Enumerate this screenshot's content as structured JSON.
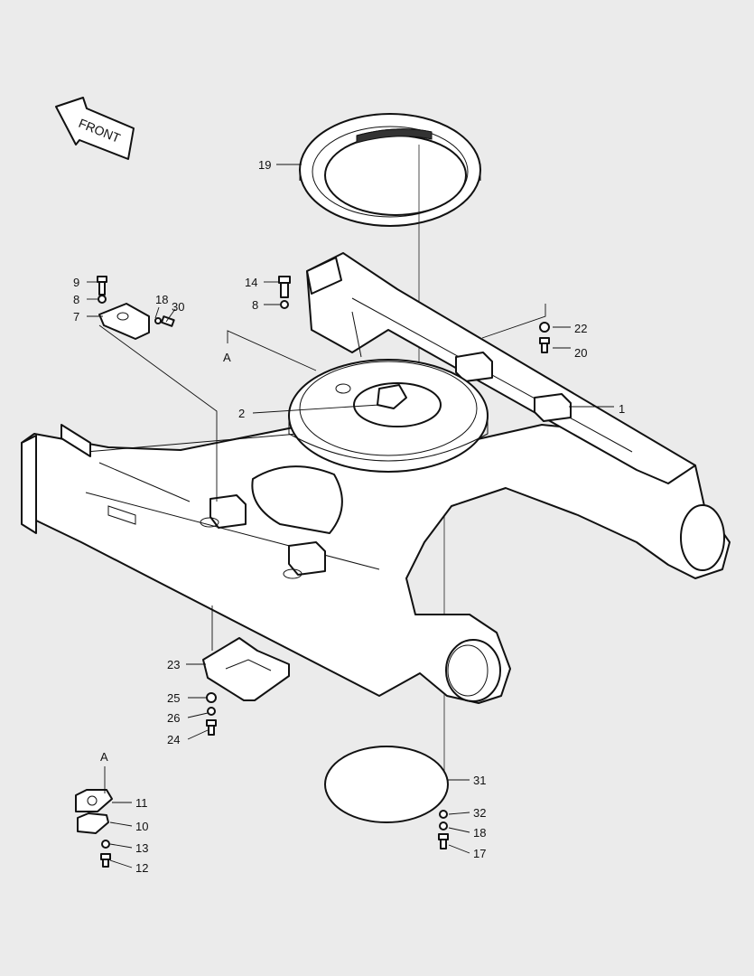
{
  "front_arrow": {
    "text": "FRONT"
  },
  "view_markers": {
    "main": "A",
    "detail": "A"
  },
  "callouts": [
    {
      "id": "c19",
      "text": "19"
    },
    {
      "id": "c9",
      "text": "9"
    },
    {
      "id": "c8a",
      "text": "8"
    },
    {
      "id": "c7",
      "text": "7"
    },
    {
      "id": "c18a",
      "text": "18"
    },
    {
      "id": "c30",
      "text": "30"
    },
    {
      "id": "c14",
      "text": "14"
    },
    {
      "id": "c8b",
      "text": "8"
    },
    {
      "id": "c22",
      "text": "22"
    },
    {
      "id": "c20",
      "text": "20"
    },
    {
      "id": "c1",
      "text": "1"
    },
    {
      "id": "c2",
      "text": "2"
    },
    {
      "id": "c23",
      "text": "23"
    },
    {
      "id": "c25",
      "text": "25"
    },
    {
      "id": "c26",
      "text": "26"
    },
    {
      "id": "c24",
      "text": "24"
    },
    {
      "id": "c31",
      "text": "31"
    },
    {
      "id": "c32",
      "text": "32"
    },
    {
      "id": "c18b",
      "text": "18"
    },
    {
      "id": "c17",
      "text": "17"
    },
    {
      "id": "c11",
      "text": "11"
    },
    {
      "id": "c10",
      "text": "10"
    },
    {
      "id": "c13",
      "text": "13"
    },
    {
      "id": "c12",
      "text": "12"
    }
  ],
  "colors": {
    "background": "#ebebeb",
    "line": "#111111",
    "fill": "#ffffff"
  }
}
